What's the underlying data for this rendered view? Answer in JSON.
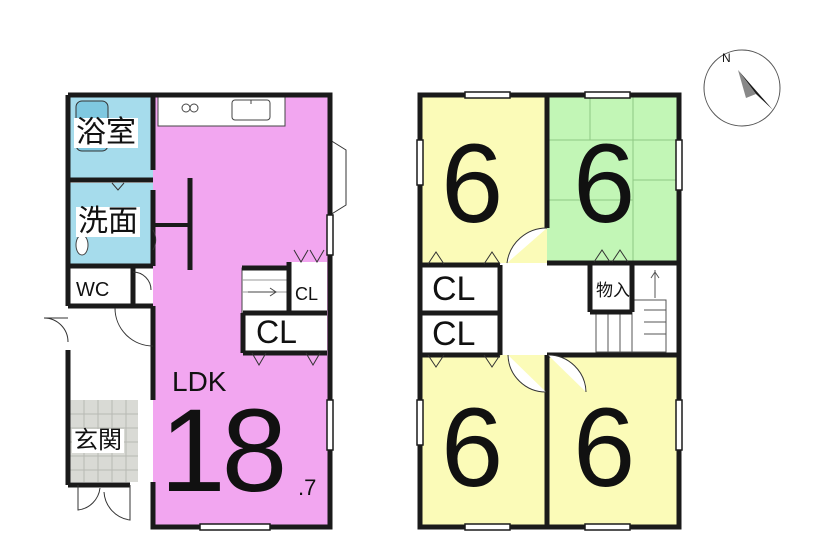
{
  "floor1": {
    "bath": "浴室",
    "washroom": "洗面",
    "toilet": "WC",
    "entrance": "玄関",
    "closet_small": "CL",
    "closet_large": "CL",
    "ldk_label": "LDK",
    "ldk_size": "18",
    "ldk_size_decimal": ".7"
  },
  "floor2": {
    "room_nw": "6",
    "room_ne": "6",
    "room_sw": "6",
    "room_se": "6",
    "closet_upper": "CL",
    "closet_lower": "CL",
    "storage": "物入"
  },
  "compass": {
    "north": "N"
  },
  "colors": {
    "ldk": "#f2a6f0",
    "western_room": "#fbfbb8",
    "tatami_room": "#c2f6b6",
    "bath": "#a6dcec",
    "wall": "#1a1a1a"
  }
}
